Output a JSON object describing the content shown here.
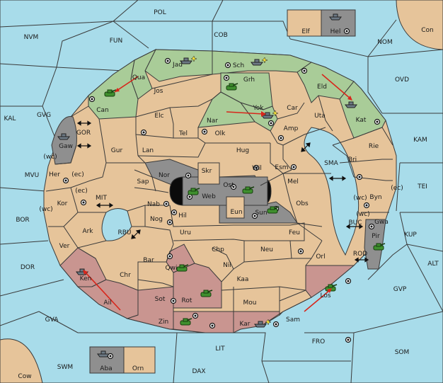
{
  "colors": {
    "sea": "#a8dcea",
    "land": "#e6c49a",
    "england": "#a9cc98",
    "russia": "#c99590",
    "neutral_sea": "#8f8f8f",
    "order_arrow": "#d8261b"
  },
  "outer_seas": {
    "pol": "POL",
    "nvm": "NVM",
    "fun": "FUN",
    "cob": "COB",
    "nom": "NOM",
    "con": "Con",
    "ovd": "OVD",
    "kal": "KAL",
    "gvg": "GVG",
    "kam": "KAM",
    "tei": "TEI",
    "mvu": "MVU",
    "bor": "BOR",
    "kup": "KUP",
    "alt": "ALT",
    "dor": "DOR",
    "gvp": "GVP",
    "gva": "GVA",
    "fro": "FRO",
    "som": "SOM",
    "lit": "LIT",
    "swm": "SWM",
    "dax": "DAX",
    "cow": "Cow"
  },
  "inner_seas": {
    "gor": "GOR",
    "mit": "MIT",
    "rbu": "RBU",
    "sma": "SMA",
    "buc": "BUC",
    "rod": "ROD"
  },
  "islands": {
    "elf": "Elf",
    "hel": "Hel",
    "aba": "Aba",
    "orn": "Orn"
  },
  "provinces": {
    "jad": "Jad",
    "sch": "Sch",
    "qua": "Qua",
    "jos": "Jos",
    "can": "Can",
    "grh": "Grh",
    "eld": "Eld",
    "elc": "Elc",
    "yok": "Yok",
    "car": "Car",
    "uta": "Uta",
    "nar": "Nar",
    "kat": "Kat",
    "tel": "Tel",
    "olk": "Olk",
    "amp": "Amp",
    "gaw": "Gaw",
    "gur": "Gur",
    "lan": "Lan",
    "hug": "Hug",
    "rie": "Rie",
    "wil": "Wil",
    "esm": "Esm",
    "bri": "Bri",
    "her": "Her",
    "nor": "Nor",
    "skr": "Skr",
    "ost": "Ost",
    "mel": "Mel",
    "sap": "Sap",
    "web": "Web",
    "kor": "Kor",
    "nab": "Nab",
    "eun": "Eun",
    "byn": "Byn",
    "sun": "Sun",
    "obs": "Obs",
    "hil": "Hil",
    "gwa": "Gwa",
    "ark": "Ark",
    "nog": "Nog",
    "pir": "Pir",
    "uru": "Uru",
    "feu": "Feu",
    "ver": "Ver",
    "bar": "Bar",
    "chp": "Chp",
    "neu": "Neu",
    "orl": "Orl",
    "qwi": "Qwi",
    "nil": "Nil",
    "chr": "Chr",
    "ken": "Ken",
    "kaa": "Kaa",
    "ail": "Ail",
    "sot": "Sot",
    "rot": "Rot",
    "los": "Los",
    "mou": "Mou",
    "zin": "Zin",
    "kar": "Kar",
    "sam": "Sam"
  },
  "coast_tags": {
    "wc_1": "(wc)",
    "ec_1": "(ec)",
    "ec_2": "(ec)",
    "wc_2": "(wc)",
    "wc_3": "(wc)",
    "ec_3": "(ec)",
    "wc_4": "(wc)"
  }
}
